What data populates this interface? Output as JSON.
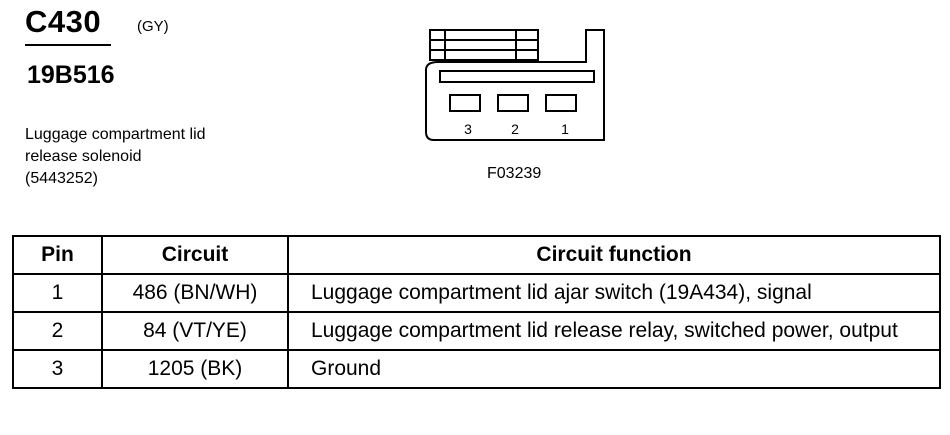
{
  "connector": {
    "id": "C430",
    "color": "(GY)",
    "part_number": "19B516",
    "description_lines": [
      "Luggage compartment lid",
      "release solenoid",
      "(5443252)"
    ]
  },
  "figure": {
    "pin_labels": [
      "3",
      "2",
      "1"
    ],
    "code": "F03239"
  },
  "table": {
    "headers": [
      "Pin",
      "Circuit",
      "Circuit function"
    ],
    "rows": [
      {
        "pin": "1",
        "circuit": "486 (BN/WH)",
        "function": "Luggage compartment lid ajar switch (19A434), signal"
      },
      {
        "pin": "2",
        "circuit": "84 (VT/YE)",
        "function": "Luggage compartment lid release relay, switched power, output"
      },
      {
        "pin": "3",
        "circuit": "1205 (BK)",
        "function": "Ground"
      }
    ]
  }
}
